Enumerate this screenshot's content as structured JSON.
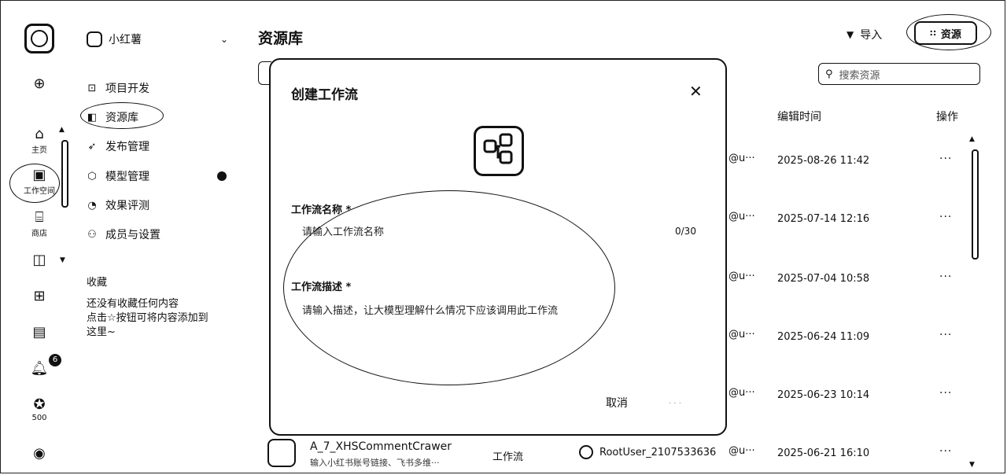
{
  "rail": {
    "items": [
      {
        "icon": "plus-circle-icon",
        "label": ""
      },
      {
        "icon": "home-icon",
        "label": "主页"
      },
      {
        "icon": "terminal-icon",
        "label": "工作空间"
      },
      {
        "icon": "store-icon",
        "label": "商店"
      },
      {
        "icon": "layout-icon",
        "label": ""
      },
      {
        "icon": "apps-icon",
        "label": ""
      },
      {
        "icon": "document-icon",
        "label": ""
      },
      {
        "icon": "bell-icon",
        "label": ""
      },
      {
        "icon": "coin-icon",
        "label": "500"
      },
      {
        "icon": "avatar-icon",
        "label": ""
      }
    ],
    "notification_count": "6"
  },
  "sidebar": {
    "workspace_name": "小红薯",
    "nav": [
      {
        "label": "项目开发",
        "icon": "project-icon"
      },
      {
        "label": "资源库",
        "icon": "library-icon"
      },
      {
        "label": "发布管理",
        "icon": "rocket-icon"
      },
      {
        "label": "模型管理",
        "icon": "cube-icon"
      },
      {
        "label": "效果评测",
        "icon": "gauge-icon"
      },
      {
        "label": "成员与设置",
        "icon": "users-icon"
      }
    ],
    "favorites_title": "收藏",
    "favorites_empty_line1": "还没有收藏任何内容",
    "favorites_empty_line2": "点击☆按钮可将内容添加到",
    "favorites_empty_line3": "这里~"
  },
  "header": {
    "title": "资源库",
    "import_label": "导入",
    "resource_label": "资源"
  },
  "search": {
    "placeholder": "搜索资源"
  },
  "table": {
    "col_edit_time": "编辑时间",
    "col_actions": "操作",
    "rows": [
      {
        "owner_tail": "@u···",
        "edited": "2025-08-26 11:42",
        "actions": "···"
      },
      {
        "owner_tail": "@u···",
        "edited": "2025-07-14 12:16",
        "actions": "···"
      },
      {
        "owner_tail": "@u···",
        "edited": "2025-07-04 10:58",
        "actions": "···"
      },
      {
        "owner_tail": "@u···",
        "edited": "2025-06-24 11:09",
        "actions": "···"
      },
      {
        "owner_tail": "@u···",
        "edited": "2025-06-23 10:14",
        "actions": "···"
      },
      {
        "owner_tail": "@u···",
        "edited": "2025-06-21 16:10",
        "actions": "···"
      }
    ],
    "last_row": {
      "name": "A_7_XHSCommentCrawer",
      "desc": "输入小红书账号链接、飞书多维···",
      "type": "工作流",
      "owner": "RootUser_2107533636"
    }
  },
  "modal": {
    "title": "创建工作流",
    "name_label": "工作流名称 *",
    "name_placeholder": "请输入工作流名称",
    "name_counter": "0/30",
    "desc_label": "工作流描述 *",
    "desc_placeholder": "请输入描述，让大模型理解什么情况下应该调用此工作流",
    "cancel_label": "取消",
    "confirm_label": "· · ·"
  }
}
